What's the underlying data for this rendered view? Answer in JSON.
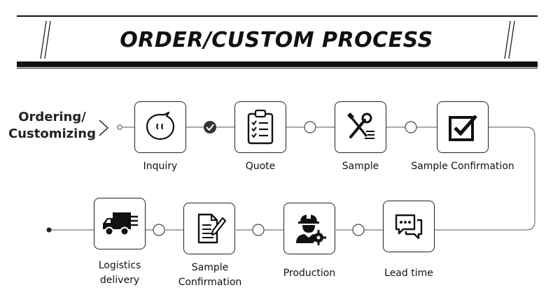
{
  "header": {
    "title": "ORDER/CUSTOM PROCESS"
  },
  "intro": {
    "line1": "Ordering/",
    "line2": "Customizing"
  },
  "steps": [
    {
      "label": "Inquiry"
    },
    {
      "label": "Quote"
    },
    {
      "label": "Sample"
    },
    {
      "label": "Sample Confirmation"
    },
    {
      "label": "Lead time"
    },
    {
      "label": "Production"
    },
    {
      "label_line1": "Sample",
      "label_line2": "Confirmation"
    },
    {
      "label_line1": "Logistics",
      "label_line2": "delivery"
    }
  ]
}
